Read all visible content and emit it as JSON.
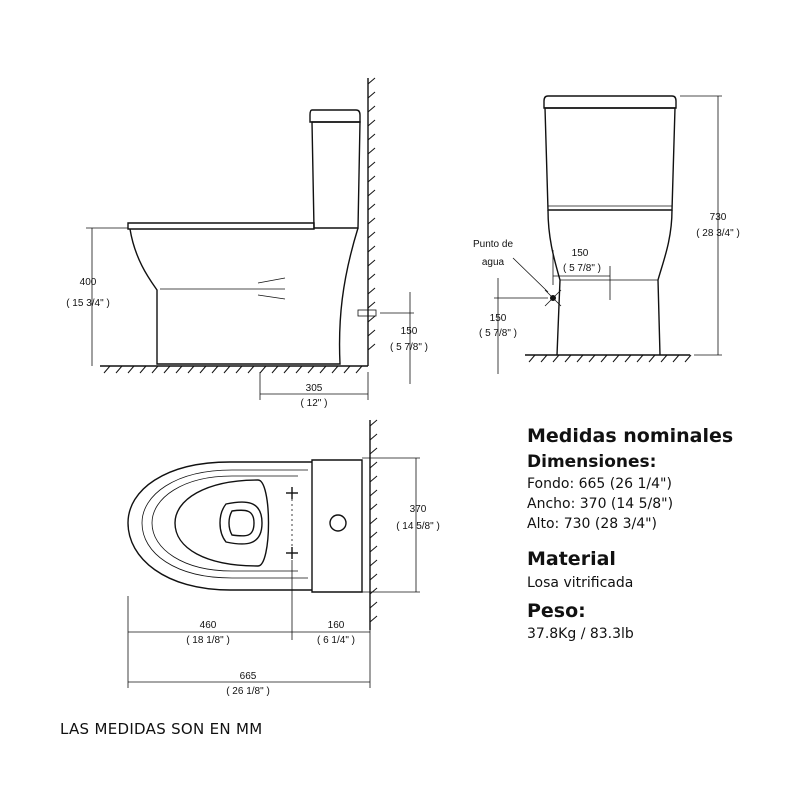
{
  "side_view": {
    "height_mm": "400",
    "height_in": "( 15 3/4\" )",
    "inlet_height_mm": "150",
    "inlet_height_in": "( 5 7/8\" )",
    "rough_in_mm": "305",
    "rough_in_in": "( 12\" )"
  },
  "front_view": {
    "total_height_mm": "730",
    "total_height_in": "( 28 3/4\" )",
    "water_point_label_1": "Punto de",
    "water_point_label_2": "agua",
    "water_offset_mm": "150",
    "water_offset_in": "( 5 7/8\" )",
    "water_height_mm": "150",
    "water_height_in": "( 5 7/8\" )"
  },
  "top_view": {
    "width_mm": "370",
    "width_in": "( 14 5/8\" )",
    "bowl_mm": "460",
    "bowl_in": "( 18 1/8\" )",
    "tank_mm": "160",
    "tank_in": "( 6 1/4\" )",
    "total_mm": "665",
    "total_in": "( 26 1/8\" )"
  },
  "specs": {
    "title": "Medidas nominales",
    "dimensions_heading": "Dimensiones:",
    "depth": "Fondo: 665 (26 1/4\")",
    "width": "Ancho: 370 (14 5/8\")",
    "height": "Alto: 730 (28 3/4\")",
    "material_heading": "Material",
    "material_value": "Losa vitrificada",
    "weight_heading": "Peso:",
    "weight_value": "37.8Kg / 83.3lb"
  },
  "footer_note": "LAS MEDIDAS SON EN MM"
}
